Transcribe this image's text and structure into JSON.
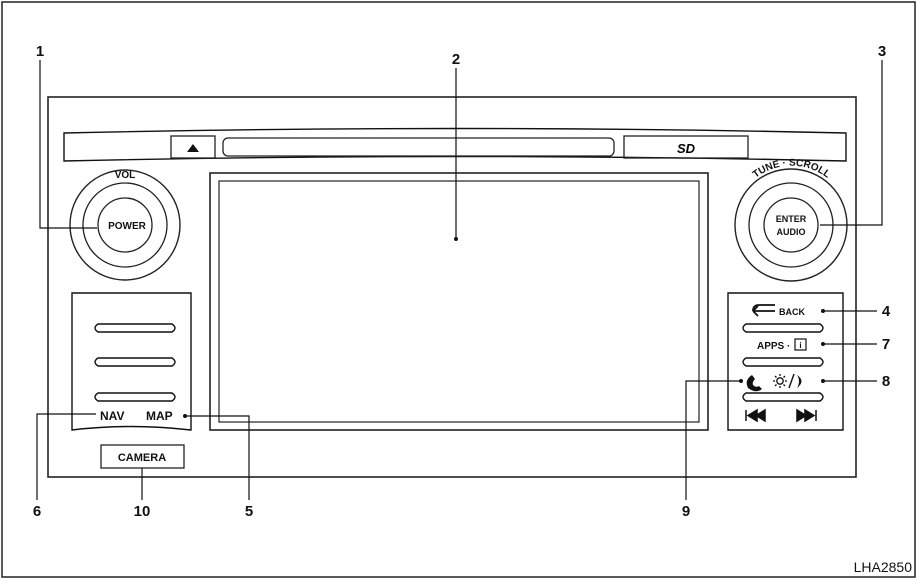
{
  "callouts": {
    "c1": "1",
    "c2": "2",
    "c3": "3",
    "c4": "4",
    "c5": "5",
    "c6": "6",
    "c7": "7",
    "c8": "8",
    "c9": "9",
    "c10": "10"
  },
  "panel": {
    "vol_label": "VOL",
    "power_label": "POWER",
    "tune_scroll_label": "TUNE · SCROLL",
    "enter_label": "ENTER",
    "audio_label": "AUDIO",
    "back_label": "BACK",
    "apps_label": "APPS ·",
    "info_glyph": "i",
    "nav_label": "NAV",
    "map_label": "MAP",
    "camera_label": "CAMERA",
    "sd_label": "SD"
  },
  "figure_id": "LHA2850"
}
